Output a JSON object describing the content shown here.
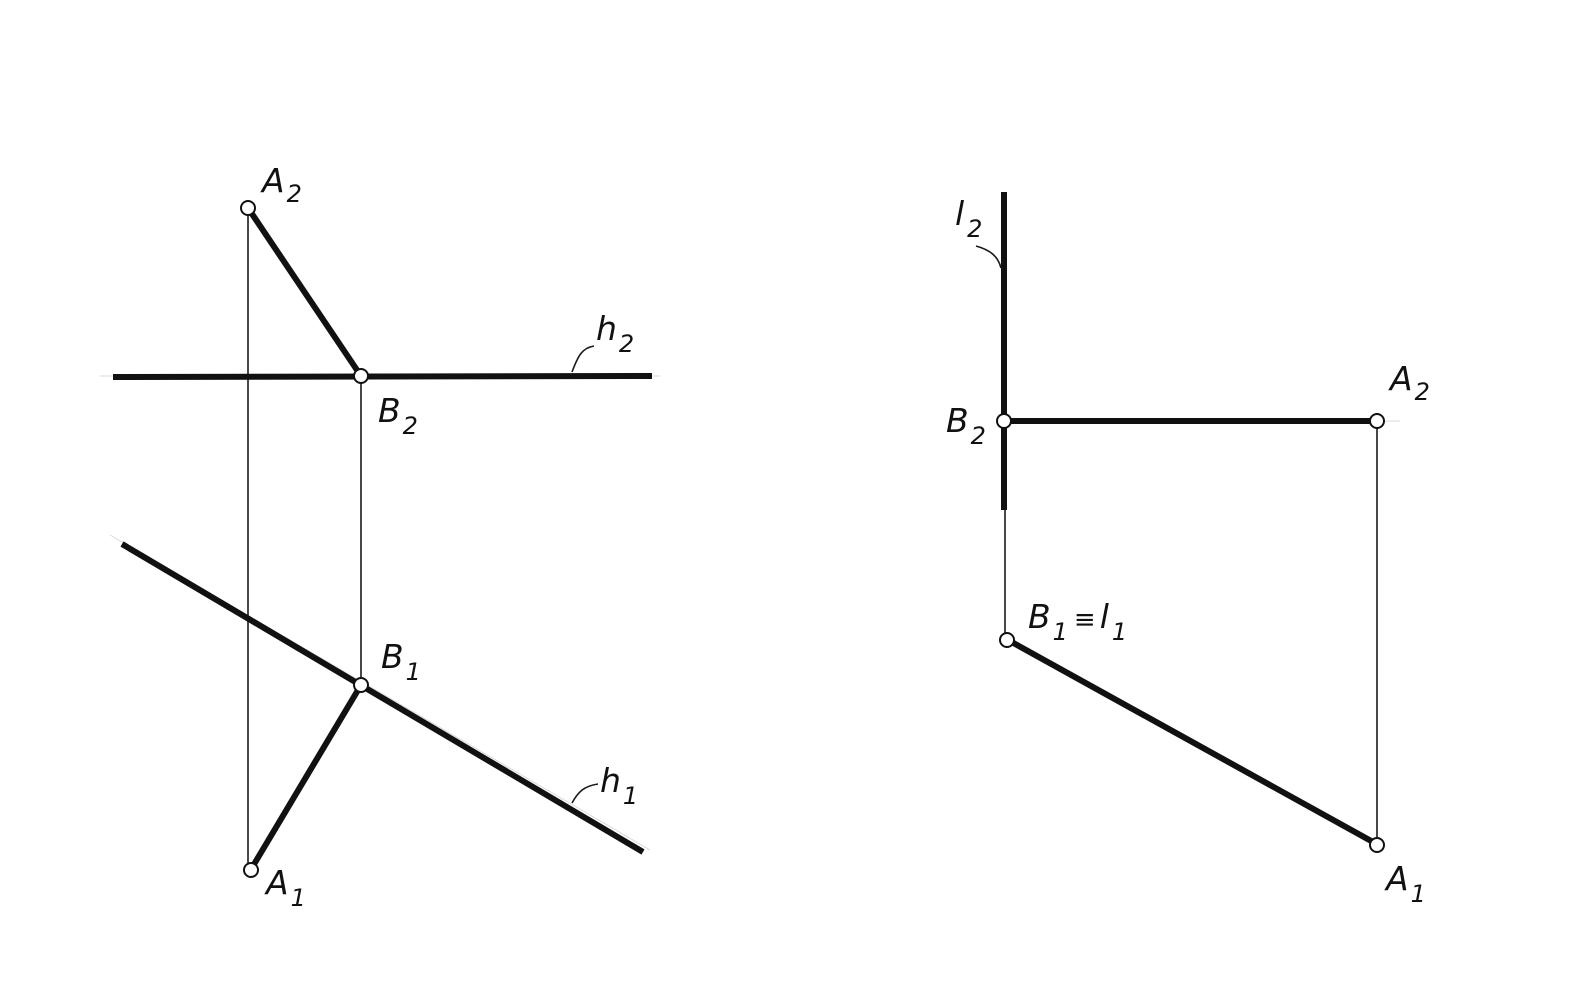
{
  "left_view": {
    "labels": {
      "A2": {
        "base": "A",
        "sub": "2"
      },
      "B2": {
        "base": "B",
        "sub": "2"
      },
      "h2": {
        "base": "h",
        "sub": "2"
      },
      "B1": {
        "base": "B",
        "sub": "1"
      },
      "h1": {
        "base": "h",
        "sub": "1"
      },
      "A1": {
        "base": "A",
        "sub": "1"
      }
    }
  },
  "right_view": {
    "labels": {
      "l2": {
        "base": "l",
        "sub": "2"
      },
      "A2": {
        "base": "A",
        "sub": "2"
      },
      "B2": {
        "base": "B",
        "sub": "2"
      },
      "B1l1": {
        "base": "B",
        "sub": "1",
        "op": "≡",
        "base2": "l",
        "sub2": "1"
      },
      "A1": {
        "base": "A",
        "sub": "1"
      }
    }
  },
  "colors": {
    "ink": "#111111",
    "paper": "#ffffff"
  }
}
